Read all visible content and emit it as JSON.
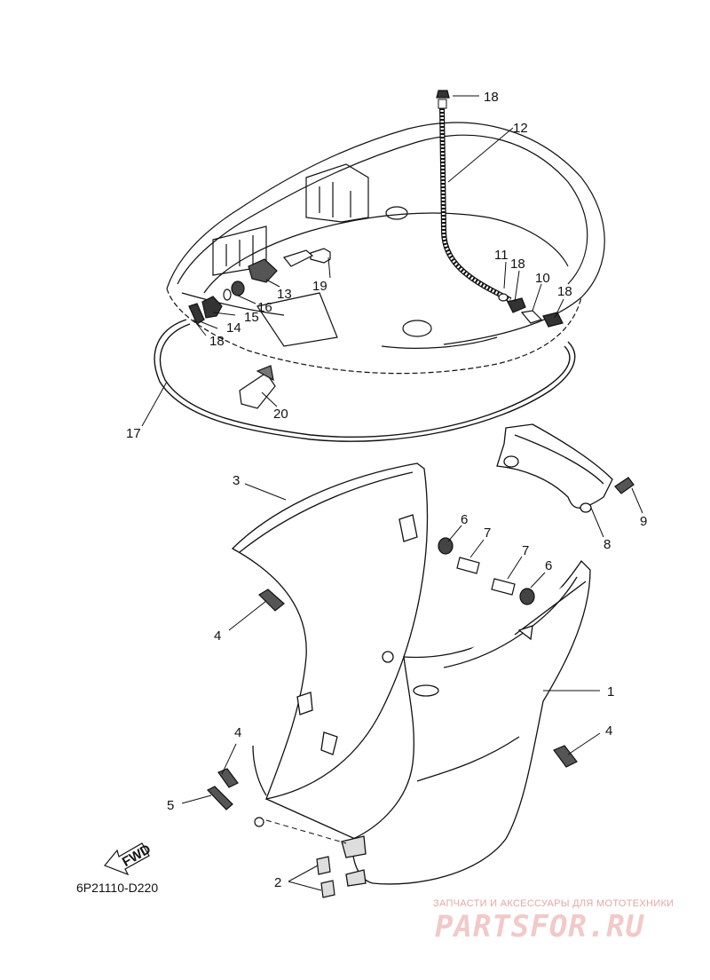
{
  "diagram": {
    "callouts": [
      "1",
      "2",
      "3",
      "4",
      "4",
      "4",
      "5",
      "6",
      "6",
      "7",
      "7",
      "8",
      "9",
      "10",
      "11",
      "12",
      "13",
      "14",
      "15",
      "16",
      "17",
      "18",
      "18",
      "18",
      "18",
      "19",
      "20"
    ],
    "fwd_label": "FWD",
    "caption": "6P21110-D220"
  },
  "watermark": {
    "tagline": "ЗАПЧАСТИ И АКСЕССУАРЫ ДЛЯ МОТОТЕХНИКИ",
    "logo": "PARTSFOR.RU",
    "color": "#e06a6a"
  }
}
